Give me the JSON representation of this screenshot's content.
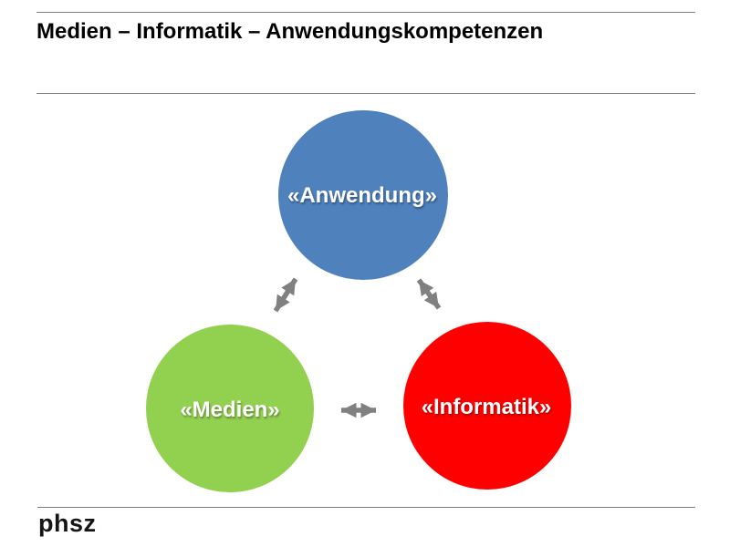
{
  "slide": {
    "title": "Medien – Informatik – Anwendungskompetenzen",
    "footer_logo_text": "phsz"
  },
  "diagram": {
    "nodes": [
      {
        "id": "anwendung",
        "label": "«Anwendung»",
        "color": "#4f81bd"
      },
      {
        "id": "medien",
        "label": "«Medien»",
        "color": "#92d050"
      },
      {
        "id": "informatik",
        "label": "«Informatik»",
        "color": "#ff0000"
      }
    ],
    "label_text_color": "#ffffff",
    "connector_color": "#808080",
    "connections": [
      {
        "from": "«Anwendung»",
        "to": "«Medien»",
        "style": "double-headed-arrow"
      },
      {
        "from": "«Anwendung»",
        "to": "«Informatik»",
        "style": "double-headed-arrow"
      },
      {
        "from": "«Medien»",
        "to": "«Informatik»",
        "style": "double-headed-arrow"
      }
    ]
  },
  "colors": {
    "background": "#ffffff",
    "rule": "#808080",
    "title_text": "#000000",
    "logo_text": "#151515"
  }
}
